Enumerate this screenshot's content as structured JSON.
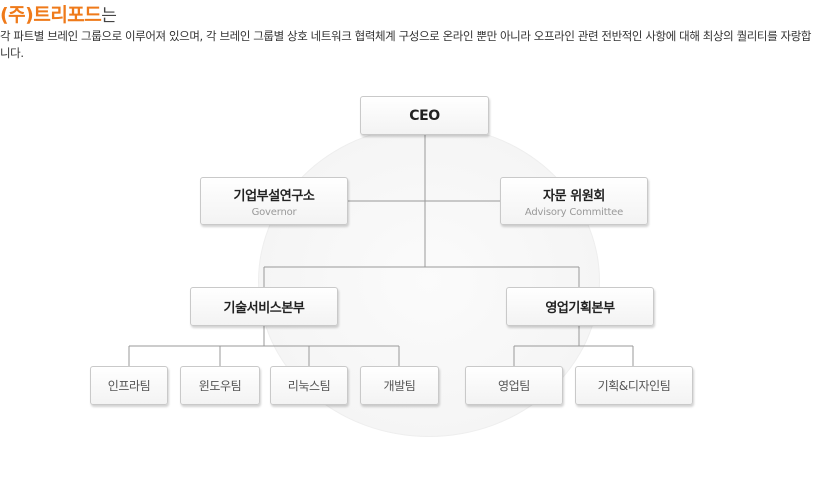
{
  "header": {
    "title_company": "(주)트리포드",
    "title_suffix": "는",
    "description": "각 파트별 브레인 그룹으로 이루어져 있으며, 각 브레인 그룹별 상호 네트워크 협력체계 구성으로 온라인 뿐만 아니라 오프라인 관련 전반적인 사항에 대해 최상의 퀄리티를 자랑합니다."
  },
  "org_chart": {
    "ceo": {
      "title": "CEO"
    },
    "left_advisor": {
      "title": "기업부설연구소",
      "subtitle": "Governor"
    },
    "right_advisor": {
      "title": "자문 위원회",
      "subtitle": "Advisory Committee"
    },
    "divisions": [
      {
        "title": "기술서비스본부",
        "teams": [
          "인프라팀",
          "윈도우팀",
          "리눅스팀",
          "개발팀"
        ]
      },
      {
        "title": "영업기획본부",
        "teams": [
          "영업팀",
          "기획&디자인팀"
        ]
      }
    ]
  },
  "colors": {
    "accent": "#ef7a1a",
    "line": "#999999",
    "box_border": "#c9c9c9"
  }
}
